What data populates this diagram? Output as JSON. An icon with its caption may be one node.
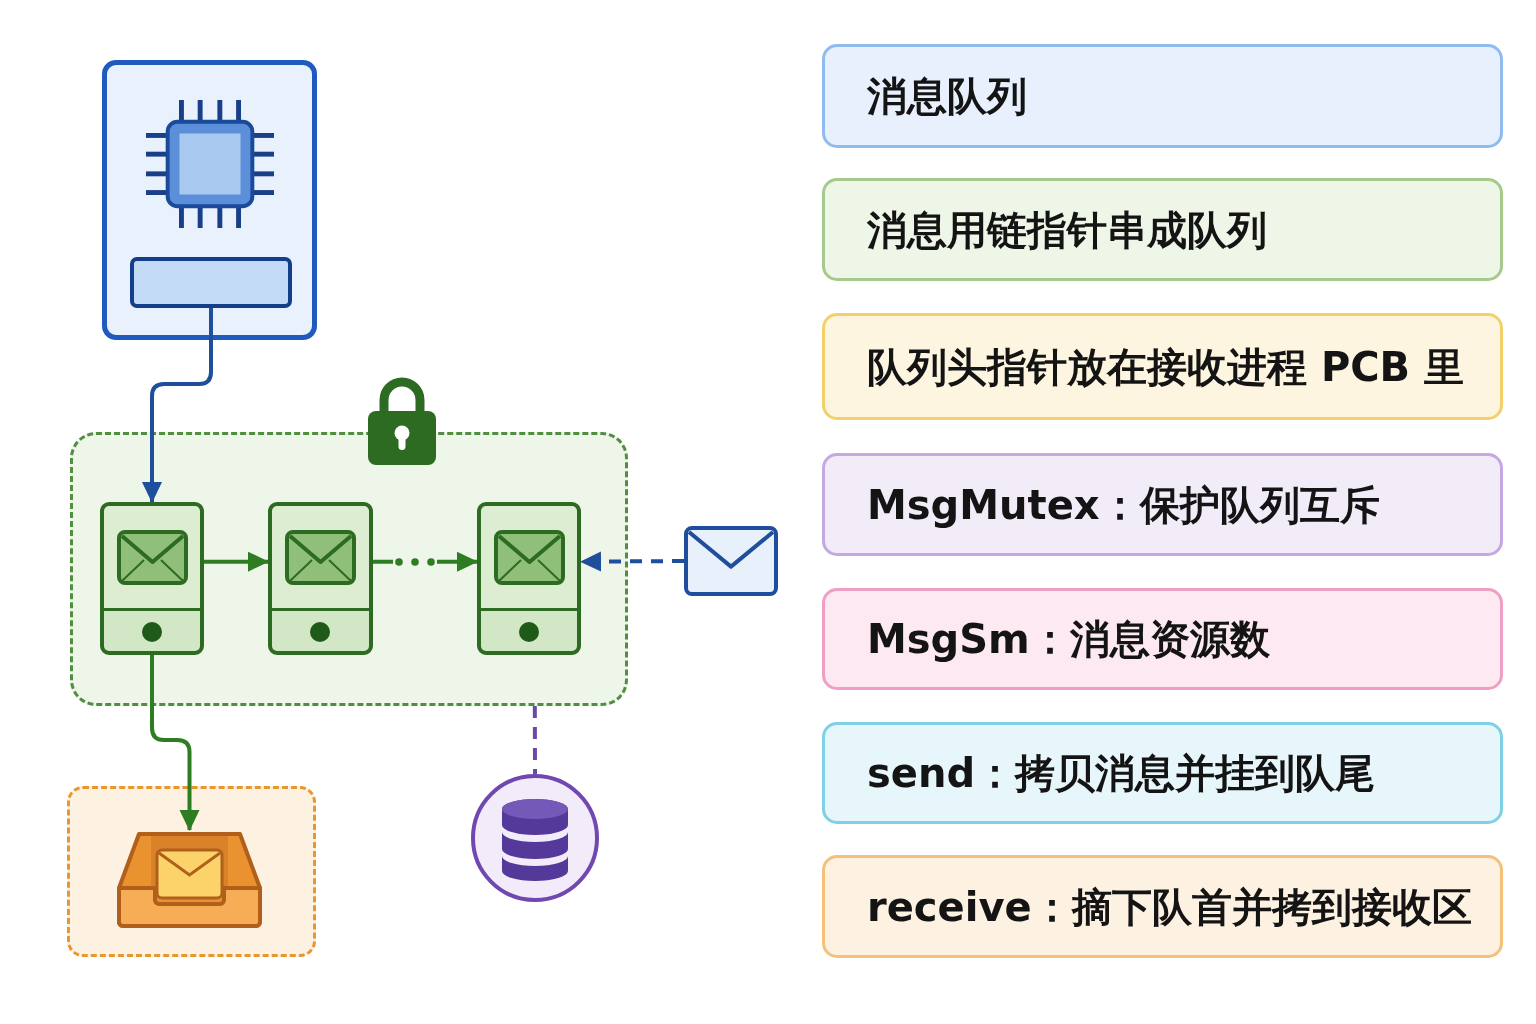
{
  "diagram": {
    "nodes": [
      {
        "text": [],
        "shape": "box"
      },
      {
        "text": [],
        "shape": "bar",
        "in": 0
      },
      {
        "text": [],
        "shape": "box"
      },
      {
        "text": [],
        "shape": "box",
        "in": 2
      },
      {
        "text": [],
        "shape": "box",
        "in": 2
      },
      {
        "text": [],
        "shape": "box",
        "in": 2
      },
      {
        "text": [],
        "shape": "envelope"
      },
      {
        "text": [],
        "shape": "box"
      },
      {
        "text": [],
        "shape": "tray",
        "in": 7
      },
      {
        "text": [],
        "shape": "circle"
      },
      {
        "text": [
          "消息队列"
        ]
      },
      {
        "text": [
          "消息用链指针串成队列"
        ]
      },
      {
        "text": [
          "队列头指针放在接收进程 PCB 里"
        ]
      },
      {
        "text": [
          "MsgMutex：保护队列互斥"
        ]
      },
      {
        "text": [
          "MsgSm：消息资源数"
        ]
      },
      {
        "text": [
          "send：拷贝消息并挂到队尾"
        ]
      },
      {
        "text": [
          "receive：摘下队首并拷到接收区"
        ]
      }
    ],
    "edges": [
      {
        "from": 1,
        "to": 3,
        "arrow": "to",
        "color": "#1f4e9c"
      },
      {
        "from": 3,
        "to": 4,
        "arrow": "to"
      },
      {
        "from": 4,
        "to": 5,
        "arrow": "to"
      },
      {
        "from": 6,
        "to": 5,
        "arrow": "to",
        "style": "dashed",
        "color": "#1f4e9c"
      },
      {
        "from": 3,
        "to": 8,
        "arrow": "to"
      },
      {
        "from": 2,
        "to": 9,
        "arrow": "none",
        "style": "dashed",
        "color": "#6a4aa8"
      }
    ]
  }
}
